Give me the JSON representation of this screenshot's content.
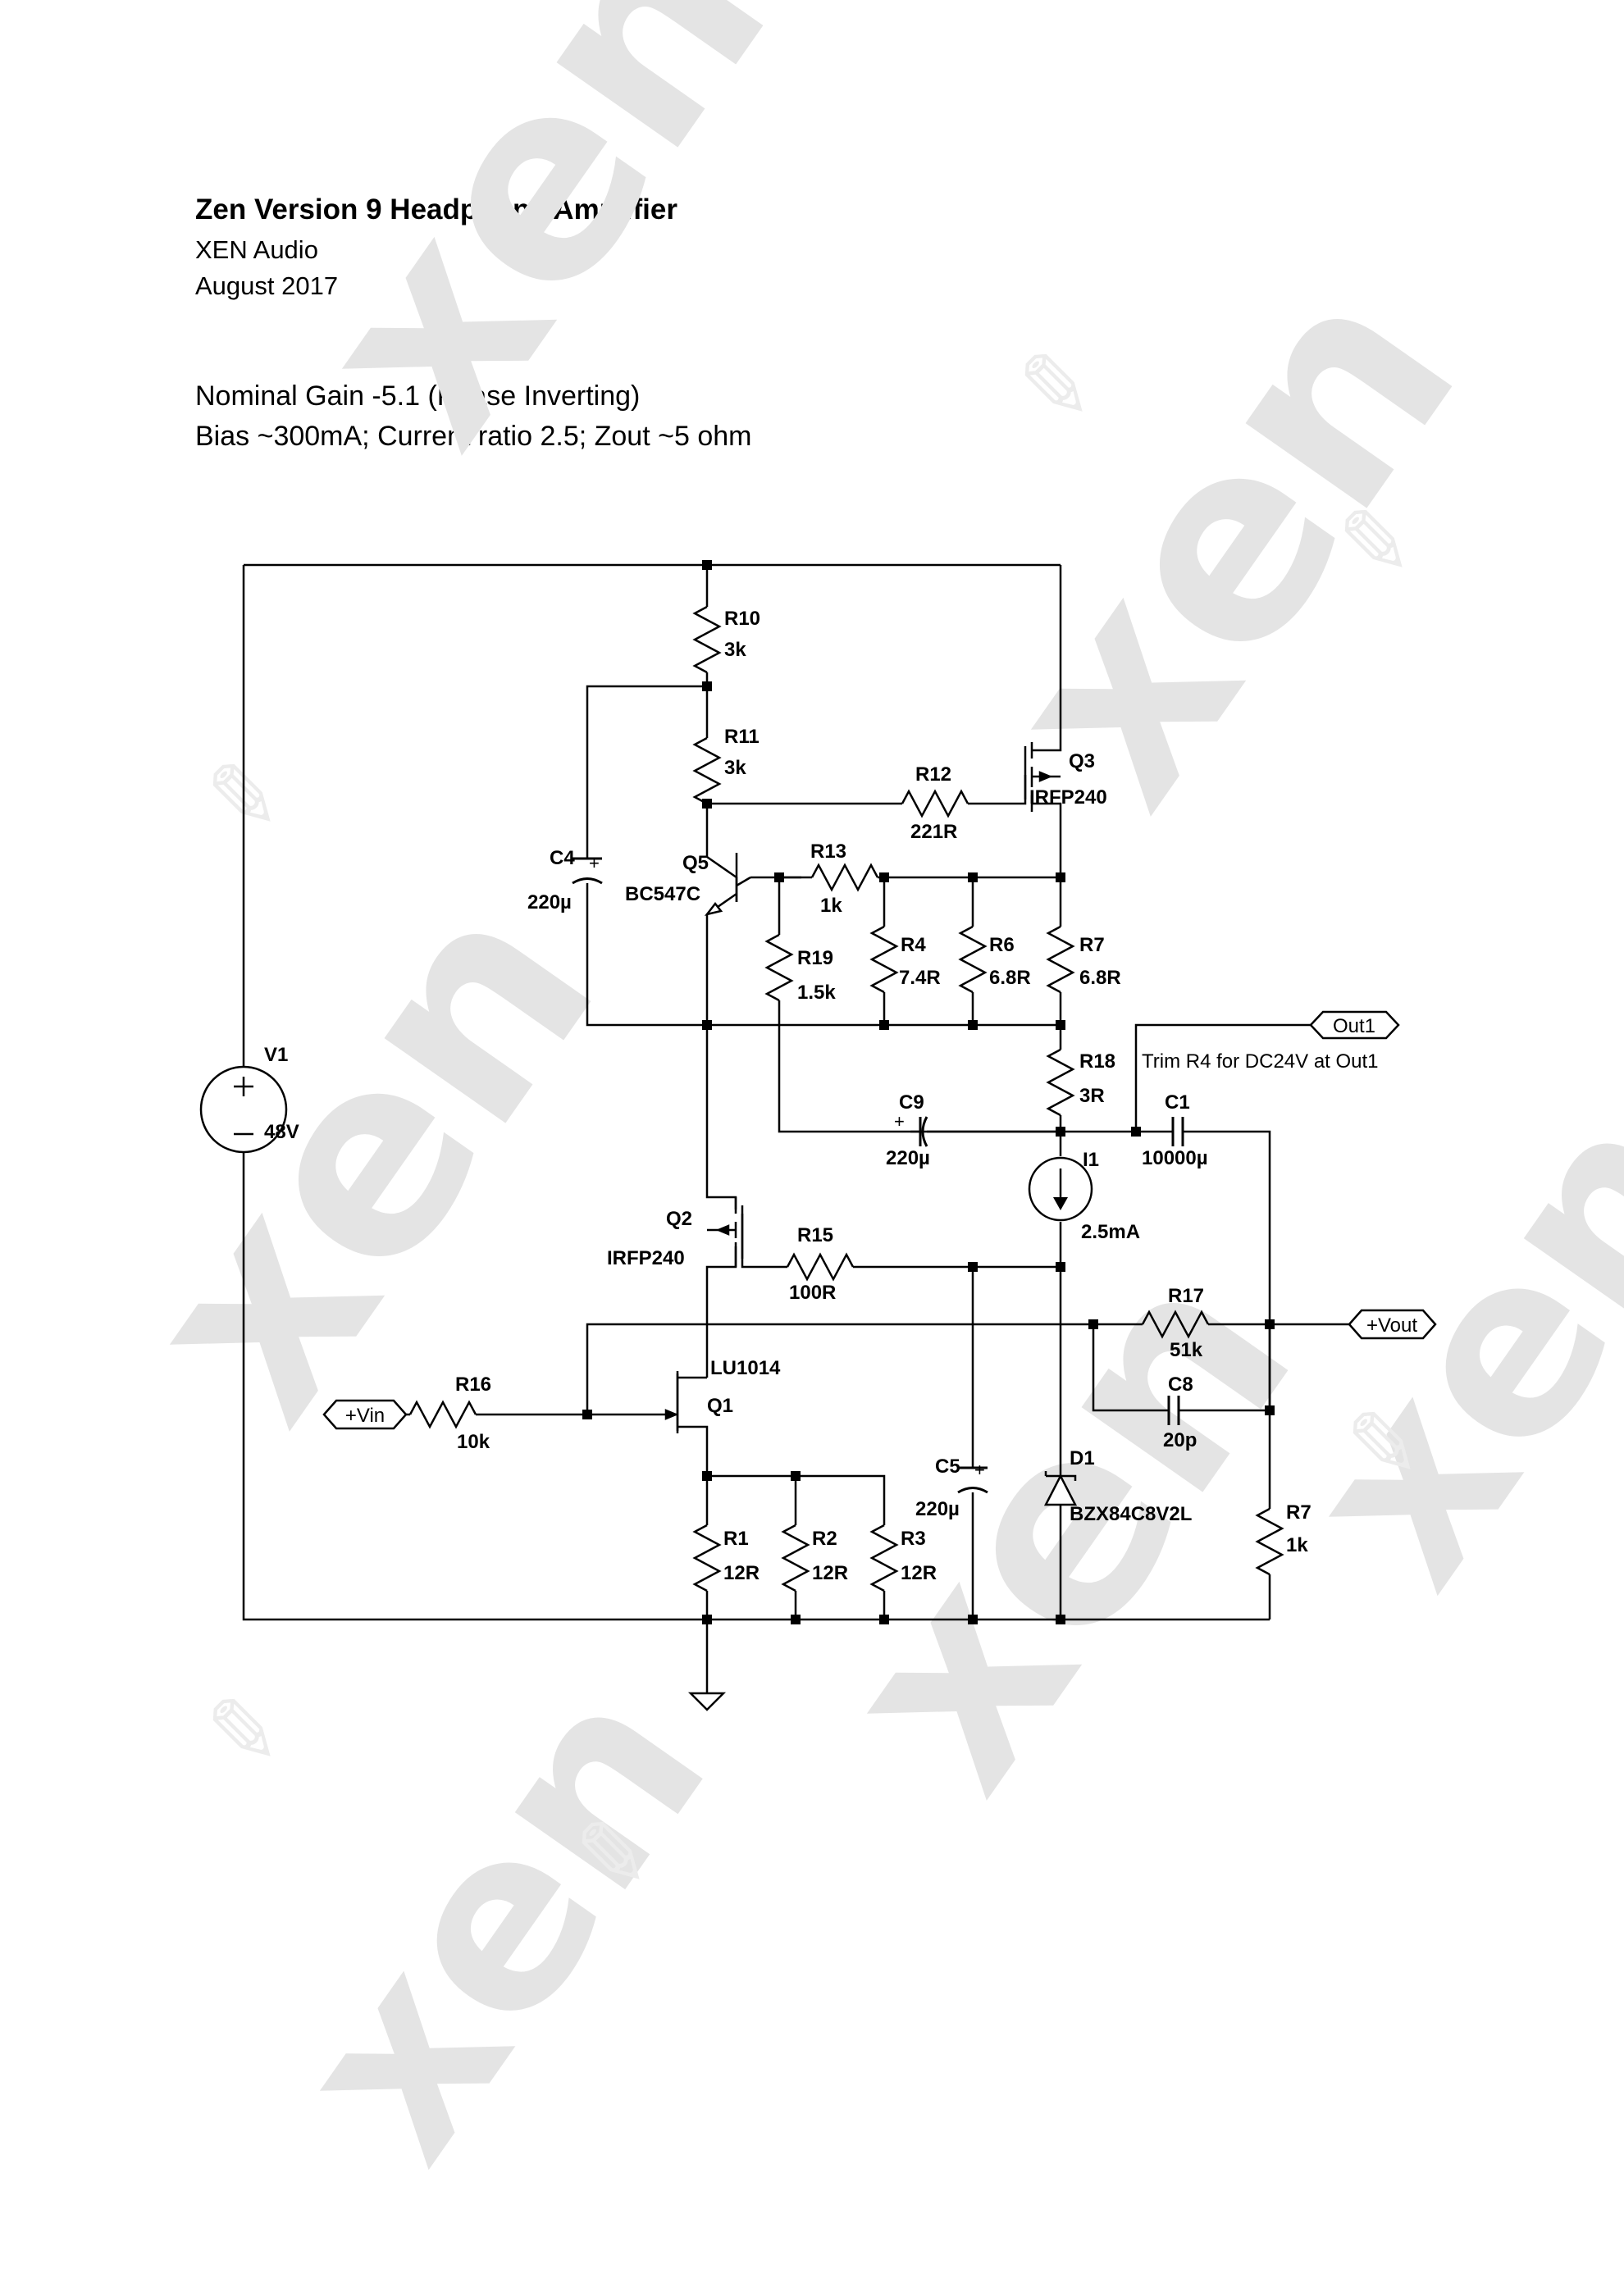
{
  "document": {
    "title": "Zen Version 9 Headphone Amplifier",
    "company": "XEN Audio",
    "date": "August 2017",
    "gain_note": "Nominal Gain -5.1   (Phase Inverting)",
    "bias_note": "Bias ~300mA; Current ratio 2.5; Zout ~5 ohm"
  },
  "watermark": {
    "brand": "xen"
  },
  "schematic": {
    "annotation": "Trim R4 for DC24V at Out1",
    "ports": {
      "vin": "+Vin",
      "vout": "+Vout",
      "out1": "Out1"
    },
    "components": {
      "R10": {
        "ref": "R10",
        "value": "3k"
      },
      "R11": {
        "ref": "R11",
        "value": "3k"
      },
      "R12": {
        "ref": "R12",
        "value": "221R"
      },
      "Q3": {
        "ref": "Q3",
        "value": "IRFP240"
      },
      "C4": {
        "ref": "C4",
        "value": "220µ"
      },
      "Q5": {
        "ref": "Q5",
        "value": "BC547C"
      },
      "R13": {
        "ref": "R13",
        "value": "1k"
      },
      "R19": {
        "ref": "R19",
        "value": "1.5k"
      },
      "R4": {
        "ref": "R4",
        "value": "7.4R"
      },
      "R6": {
        "ref": "R6",
        "value": "6.8R"
      },
      "R7a": {
        "ref": "R7",
        "value": "6.8R"
      },
      "V1": {
        "ref": "V1",
        "value": "48V"
      },
      "R18": {
        "ref": "R18",
        "value": "3R"
      },
      "C9": {
        "ref": "C9",
        "value": "220µ"
      },
      "C1": {
        "ref": "C1",
        "value": "10000µ"
      },
      "I1": {
        "ref": "I1",
        "value": "2.5mA"
      },
      "Q2": {
        "ref": "Q2",
        "value": "IRFP240"
      },
      "R15": {
        "ref": "R15",
        "value": "100R"
      },
      "R17": {
        "ref": "R17",
        "value": "51k"
      },
      "Q1": {
        "ref": "Q1",
        "value": "LU1014"
      },
      "R16": {
        "ref": "R16",
        "value": "10k"
      },
      "C8": {
        "ref": "C8",
        "value": "20p"
      },
      "C5": {
        "ref": "C5",
        "value": "220µ"
      },
      "D1": {
        "ref": "D1",
        "value": "BZX84C8V2L"
      },
      "R1": {
        "ref": "R1",
        "value": "12R"
      },
      "R2": {
        "ref": "R2",
        "value": "12R"
      },
      "R3": {
        "ref": "R3",
        "value": "12R"
      },
      "R7b": {
        "ref": "R7",
        "value": "1k"
      }
    }
  }
}
